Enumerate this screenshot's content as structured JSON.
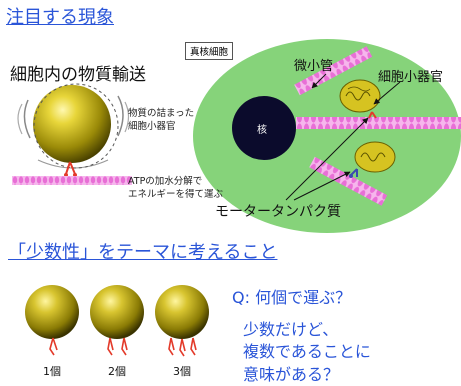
{
  "headings": {
    "main": "注目する現象",
    "section2": "「少数性」をテーマに考えること"
  },
  "left_panel": {
    "title": "細胞内の物質輸送",
    "cargo_note": [
      "物質の詰まった",
      "細胞小器官"
    ],
    "atp_note": [
      "ATPの加水分解で",
      "エネルギーを得て運ぶ"
    ]
  },
  "cell_diagram": {
    "box_label": "真核細胞",
    "microtubule_label": "微小管",
    "organelle_label": "細胞小器官",
    "nucleus_label": "核",
    "motor_label": "モータータンパク質"
  },
  "bottom": {
    "counts": [
      "1個",
      "2個",
      "3個"
    ],
    "question": "Q: 何個で運ぶ？",
    "answer_lines": [
      "少数だけど、",
      "複数であることに",
      "意味がある？"
    ]
  },
  "colors": {
    "heading_blue": "#2a55d8",
    "cell_green": "#86d37a",
    "microtubule_pink": "#ee80dc",
    "cargo_yellow": "#c8b515",
    "motor_red": "#e33a2a",
    "nucleus": "#0b0b2c"
  }
}
